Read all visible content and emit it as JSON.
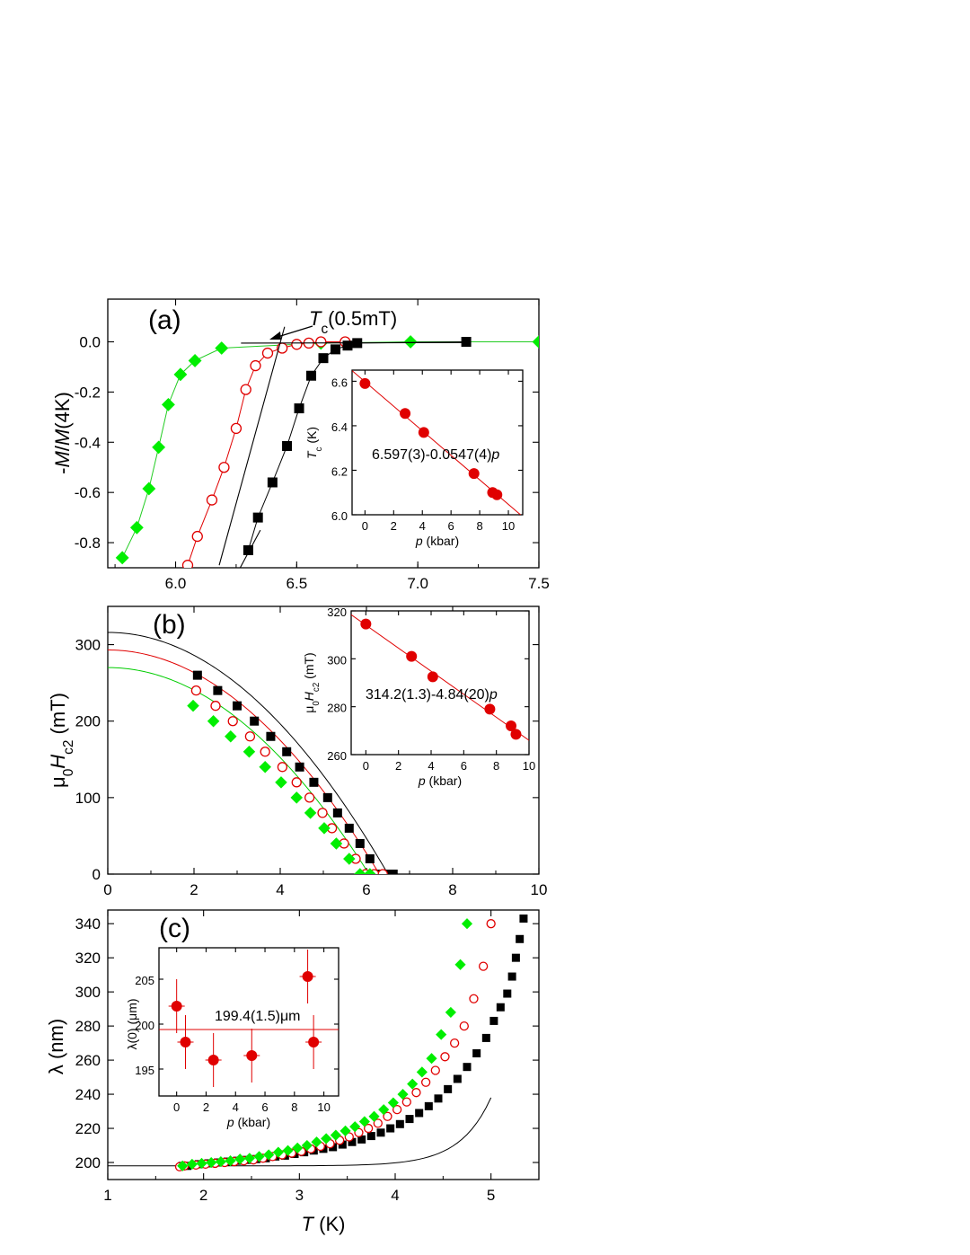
{
  "chart_data": [
    {
      "panel": "(a)",
      "type": "line",
      "ylabel_parts": [
        "-",
        "M",
        "/",
        "M",
        "(4K)"
      ],
      "xlim": [
        5.72,
        7.5
      ],
      "ylim": [
        -0.9,
        0.17
      ],
      "x_ticks": [
        6.0,
        6.5,
        7.0,
        7.5
      ],
      "x_tick_labels": [
        "6.0",
        "6.5",
        "7.0",
        "7.5"
      ],
      "y_ticks": [
        0.0,
        -0.2,
        -0.4,
        -0.6,
        -0.8
      ],
      "y_tick_labels": [
        "0.0",
        "-0.2",
        "-0.4",
        "-0.6",
        "-0.8"
      ],
      "annotation": {
        "main": "T",
        "sub": "c",
        "rest": "(0.5mT)"
      },
      "series": [
        {
          "marker": "diamond",
          "color": "#00ee00",
          "x": [
            5.78,
            5.84,
            5.89,
            5.93,
            5.97,
            6.02,
            6.08,
            6.19,
            6.6,
            6.97,
            7.5
          ],
          "y": [
            -0.86,
            -0.74,
            -0.585,
            -0.42,
            -0.25,
            -0.13,
            -0.075,
            -0.025,
            -0.005,
            0.0,
            0.0
          ]
        },
        {
          "marker": "circle-open",
          "color": "#e00000",
          "x": [
            6.05,
            6.09,
            6.15,
            6.2,
            6.25,
            6.29,
            6.33,
            6.38,
            6.44,
            6.5,
            6.55,
            6.6,
            6.7
          ],
          "y": [
            -0.89,
            -0.775,
            -0.63,
            -0.5,
            -0.345,
            -0.19,
            -0.095,
            -0.045,
            -0.025,
            -0.01,
            -0.005,
            0.0,
            0.0
          ]
        },
        {
          "marker": "square",
          "color": "#000000",
          "x": [
            6.3,
            6.34,
            6.4,
            6.46,
            6.51,
            6.56,
            6.61,
            6.66,
            6.71,
            6.75,
            7.2
          ],
          "y": [
            -0.83,
            -0.7,
            -0.56,
            -0.415,
            -0.265,
            -0.135,
            -0.065,
            -0.03,
            -0.015,
            -0.005,
            0.0
          ]
        }
      ],
      "inset": {
        "type": "scatter",
        "xlabel": "p (kbar)",
        "ylabel_parts": [
          "T",
          "c",
          " (K)"
        ],
        "xlim": [
          -0.9,
          11
        ],
        "ylim": [
          6.0,
          6.65
        ],
        "x_ticks": [
          0,
          2,
          4,
          6,
          8,
          10
        ],
        "y_ticks": [
          6.0,
          6.2,
          6.4,
          6.6
        ],
        "y_tick_labels": [
          "6.0",
          "6.2",
          "6.4",
          "6.6"
        ],
        "x": [
          0,
          2.8,
          4.1,
          7.6,
          8.9,
          9.2
        ],
        "y": [
          6.59,
          6.455,
          6.37,
          6.185,
          6.1,
          6.09
        ],
        "fit_text": {
          "main": "6.597(3)-0.0547(4)",
          "italic": "p"
        }
      }
    },
    {
      "panel": "(b)",
      "type": "scatter",
      "ylabel_parts": [
        "μ",
        "0",
        "H",
        "c2",
        " (mT)"
      ],
      "xlim": [
        0,
        10
      ],
      "ylim": [
        0,
        350
      ],
      "x_ticks": [
        0,
        2,
        4,
        6,
        8,
        10
      ],
      "y_ticks": [
        0,
        100,
        200,
        300
      ],
      "series": [
        {
          "marker": "square",
          "color": "#000000",
          "x": [
            2.08,
            2.55,
            3.0,
            3.4,
            3.78,
            4.15,
            4.45,
            4.78,
            5.1,
            5.33,
            5.6,
            5.85,
            6.08,
            6.28,
            6.48,
            6.62
          ],
          "y": [
            260,
            240,
            220,
            200,
            180,
            160,
            140,
            120,
            100,
            80,
            60,
            40,
            20,
            0,
            0,
            0
          ]
        },
        {
          "marker": "circle-open",
          "color": "#e00000",
          "x": [
            2.05,
            2.5,
            2.9,
            3.3,
            3.65,
            4.05,
            4.38,
            4.68,
            4.98,
            5.2,
            5.48,
            5.75,
            5.98,
            6.18,
            6.38
          ],
          "y": [
            240,
            220,
            200,
            180,
            160,
            140,
            120,
            100,
            80,
            60,
            40,
            20,
            0,
            0,
            0
          ]
        },
        {
          "marker": "diamond",
          "color": "#00ee00",
          "x": [
            1.98,
            2.45,
            2.85,
            3.28,
            3.65,
            4.02,
            4.38,
            4.7,
            5.02,
            5.3,
            5.6,
            5.85,
            6.08
          ],
          "y": [
            220,
            200,
            180,
            160,
            140,
            120,
            100,
            80,
            60,
            40,
            20,
            0,
            0
          ]
        }
      ],
      "inset": {
        "type": "scatter",
        "xlabel": "p (kbar)",
        "ylabel_parts": [
          "μ",
          "0",
          "H",
          "c2",
          " (mT)"
        ],
        "xlim": [
          -0.9,
          10
        ],
        "ylim": [
          260,
          320
        ],
        "x_ticks": [
          0,
          2,
          4,
          6,
          8,
          10
        ],
        "y_ticks": [
          260,
          280,
          300,
          320
        ],
        "x": [
          0,
          2.8,
          4.1,
          7.6,
          8.9,
          9.2
        ],
        "y": [
          314.5,
          301,
          292.5,
          279,
          272,
          268.5
        ],
        "fit_text": {
          "main": "314.2(1.3)-4.84(20)",
          "italic": "p"
        }
      }
    },
    {
      "panel": "(c)",
      "type": "scatter",
      "ylabel": "λ (nm)",
      "xlabel_parts": [
        "T",
        " (K)"
      ],
      "xlim": [
        1,
        5.5
      ],
      "ylim": [
        190,
        348
      ],
      "x_ticks": [
        1,
        2,
        3,
        4,
        5
      ],
      "y_ticks": [
        200,
        220,
        240,
        260,
        280,
        300,
        320,
        340
      ],
      "series": [
        {
          "marker": "square",
          "color": "#000000",
          "x": [
            1.78,
            1.83,
            1.95,
            2.05,
            2.15,
            2.25,
            2.35,
            2.45,
            2.55,
            2.65,
            2.75,
            2.85,
            2.95,
            3.05,
            3.15,
            3.25,
            3.35,
            3.45,
            3.55,
            3.65,
            3.75,
            3.85,
            3.95,
            4.05,
            4.15,
            4.25,
            4.35,
            4.45,
            4.55,
            4.65,
            4.75,
            4.85,
            4.95,
            5.03,
            5.1,
            5.17,
            5.22,
            5.26,
            5.3,
            5.34
          ],
          "y": [
            198,
            198,
            199,
            199.5,
            200,
            200.5,
            201,
            201.5,
            202,
            202.5,
            203.5,
            204,
            205,
            206,
            207,
            208,
            209,
            210.5,
            212,
            213.5,
            215.5,
            217.5,
            220,
            222.5,
            225.5,
            229,
            233,
            237.5,
            243,
            249,
            256,
            264,
            273,
            283,
            291,
            299,
            309,
            320,
            331,
            343
          ]
        },
        {
          "marker": "circle-open",
          "color": "#e00000",
          "x": [
            1.75,
            1.8,
            1.92,
            2.02,
            2.12,
            2.22,
            2.32,
            2.42,
            2.52,
            2.62,
            2.72,
            2.82,
            2.92,
            3.02,
            3.12,
            3.22,
            3.32,
            3.42,
            3.52,
            3.62,
            3.72,
            3.82,
            3.92,
            4.02,
            4.12,
            4.22,
            4.32,
            4.42,
            4.52,
            4.62,
            4.72,
            4.82,
            4.92,
            5.0
          ],
          "y": [
            197.5,
            198,
            198.5,
            199,
            199.5,
            200,
            200.5,
            201,
            201.5,
            202.5,
            203.5,
            204.5,
            205.5,
            206.5,
            208,
            209.5,
            211,
            213,
            215,
            217.5,
            220,
            223,
            227,
            231,
            235.5,
            241,
            247,
            254,
            262,
            270,
            280,
            296,
            315,
            340
          ]
        },
        {
          "marker": "diamond",
          "color": "#00ee00",
          "x": [
            1.78,
            1.88,
            1.98,
            2.08,
            2.18,
            2.28,
            2.38,
            2.48,
            2.58,
            2.68,
            2.78,
            2.88,
            2.98,
            3.08,
            3.18,
            3.28,
            3.38,
            3.48,
            3.58,
            3.68,
            3.78,
            3.88,
            3.98,
            4.08,
            4.18,
            4.28,
            4.38,
            4.48,
            4.58,
            4.68,
            4.75
          ],
          "y": [
            198,
            199,
            199.5,
            200,
            200.5,
            201,
            202,
            202.5,
            203.5,
            204.5,
            206,
            207,
            208.5,
            210,
            212,
            214,
            216,
            218.5,
            221,
            224,
            227,
            231,
            235,
            240,
            246,
            253,
            261,
            275,
            288,
            316,
            340
          ]
        }
      ],
      "inset": {
        "type": "scatter",
        "xlabel": "p (kbar)",
        "ylabel": "λ(0) (μm)",
        "xlim": [
          -1.2,
          11
        ],
        "ylim": [
          192,
          208.5
        ],
        "x_ticks": [
          0,
          2,
          4,
          6,
          8,
          10
        ],
        "y_ticks": [
          195,
          200,
          205
        ],
        "x": [
          0,
          0.6,
          2.5,
          5.1,
          8.9,
          9.3
        ],
        "y": [
          202,
          198,
          196,
          196.5,
          205.3,
          198
        ],
        "yerr": [
          3,
          3,
          3,
          3,
          3,
          3
        ],
        "fit_text": "199.4(1.5)μm",
        "mean": 199.4
      }
    }
  ]
}
